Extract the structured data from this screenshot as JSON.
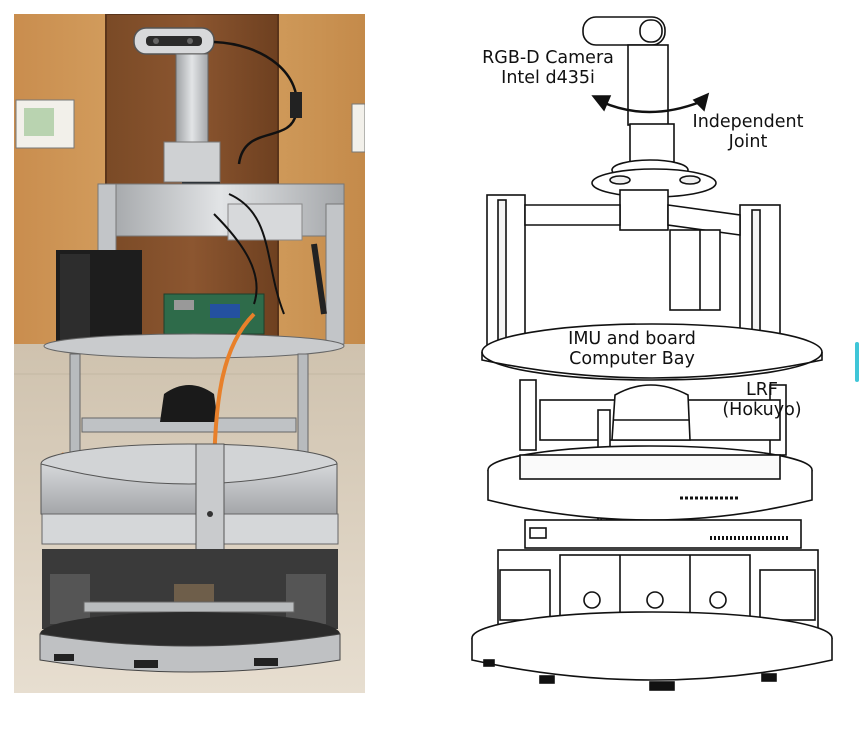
{
  "labels": {
    "camera_line1": "RGB-D Camera",
    "camera_line2": "Intel d435i",
    "joint_line1": "Independent",
    "joint_line2": "Joint",
    "imu_line1": "IMU and board",
    "imu_line2": "Computer Bay",
    "lrf_line1": "LRF",
    "lrf_line2": "(Hokuyo)"
  },
  "colors": {
    "wood": "#b87a3c",
    "wall": "#d29a5a",
    "floor": "#d8cdbb",
    "aluminum": "#b9bcbe",
    "dark_base": "#2a2a2a",
    "cable_orange": "#e8802a",
    "accent_tab": "#3fc6d8"
  }
}
